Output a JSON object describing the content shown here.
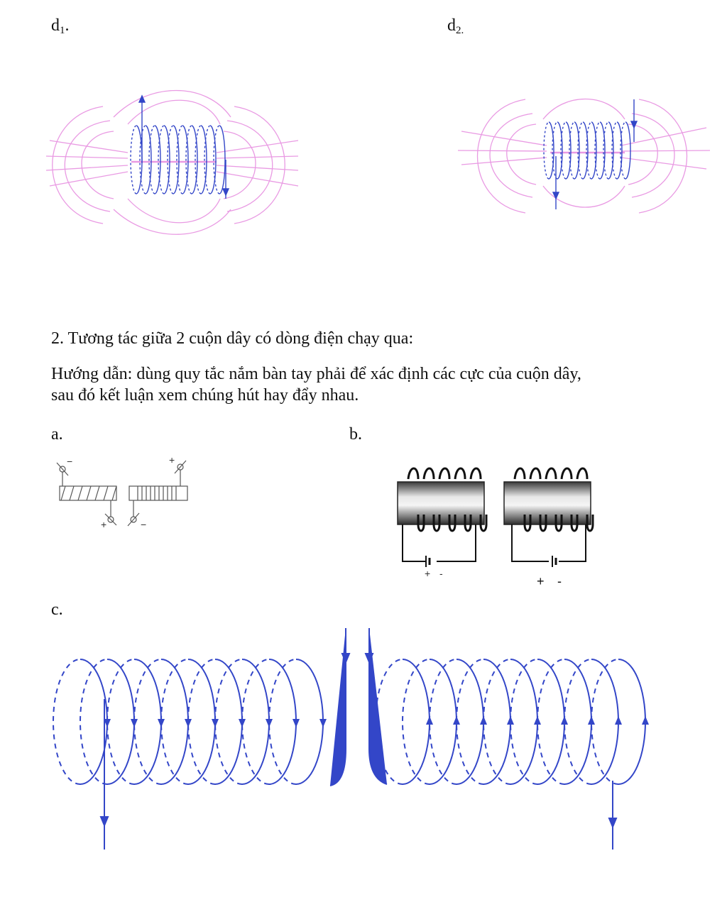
{
  "figures_d": {
    "d1": {
      "letter": "d",
      "sub": "1",
      "suffix": "."
    },
    "d2": {
      "letter": "d",
      "sub": "2.",
      "suffix": ""
    }
  },
  "section2": {
    "heading": "2. Tương tác giữa 2 cuộn dây có dòng điện chạy qua:",
    "instruction_line1": "Hướng dẫn: dùng quy tắc nắm bàn tay phải để xác định các cực của cuộn dây,",
    "instruction_line2": "sau đó kết luận xem chúng hút hay đẩy nhau."
  },
  "figure_a": {
    "label": "a.",
    "left_top_sign": "−",
    "right_top_sign": "+",
    "left_bottom_sign": "+",
    "right_bottom_sign": "−"
  },
  "figure_b": {
    "label": "b.",
    "left_battery_plus": "+",
    "left_battery_minus": "-",
    "right_battery_plus": "+",
    "right_battery_minus": "-"
  },
  "figure_c": {
    "label": "c."
  },
  "colors": {
    "field_lines": "#e99ae3",
    "coil_blue": "#3346c8",
    "text": "#111111"
  }
}
